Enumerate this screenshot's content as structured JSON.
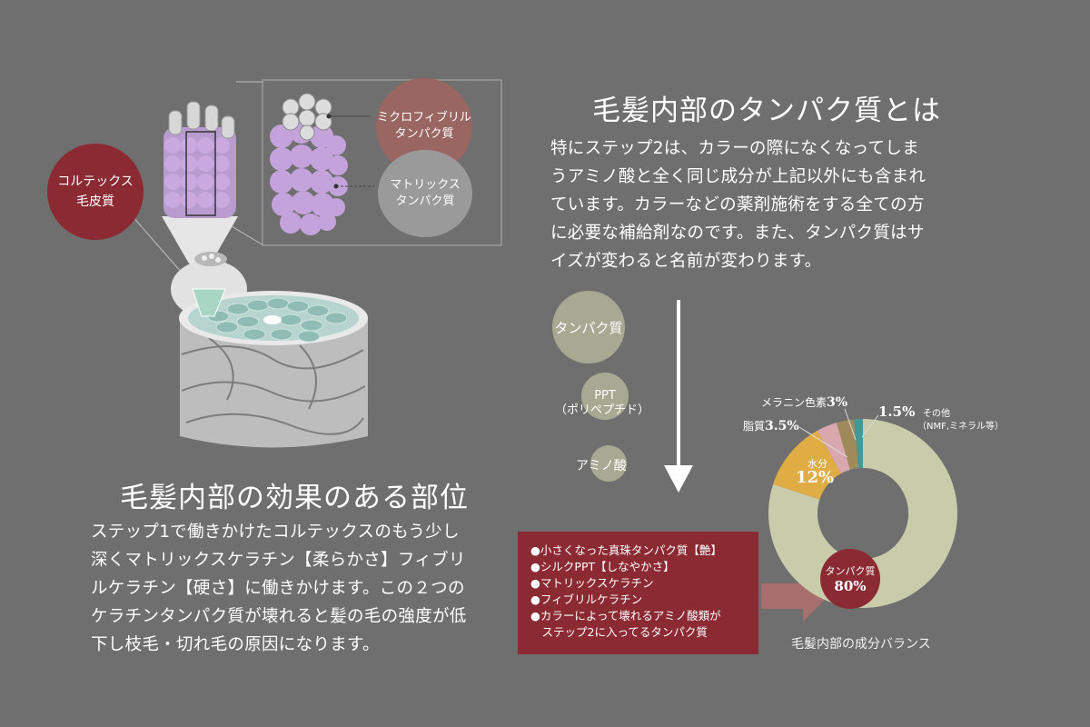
{
  "right_section": {
    "title": "毛髪内部のタンパク質とは",
    "lines": [
      "特にステップ2は、カラーの際になくなってしま",
      "うアミノ酸と全く同じ成分が上記以外にも含まれ",
      "ています。カラーなどの薬剤施術をする全ての方",
      "に必要な補給剤なのです。また、タンパク質はサ",
      "イズが変わると名前が変わります。"
    ]
  },
  "left_section": {
    "title": "毛髪内部の効果のある部位",
    "lines": [
      "ステップ1で働きかけたコルテックスのもう少し",
      "深くマトリックスケラチン【柔らかさ】フィブリ",
      "ルケラチン【硬さ】に働きかけます。この２つの",
      "ケラチンタンパク質が壊れると髪の毛の強度が低",
      "下し枝毛・切れ毛の原因になります。"
    ]
  },
  "diagram": {
    "cortex": {
      "line1": "コルテックス",
      "line2": "毛皮質"
    },
    "microfibril": {
      "line1": "ミクロフィブリル",
      "line2": "タンパク質"
    },
    "matrix": {
      "line1": "マトリックス",
      "line2": "タンパク質"
    }
  },
  "chain": {
    "protein": "タンパク質",
    "ppt_line1": "PPT",
    "ppt_line2": "（ポリペプチド）",
    "amino": "アミノ酸"
  },
  "list": {
    "items": [
      "●小さくなった真珠タンパク質【艶】",
      "●シルクPPT【しなやかさ】",
      "●マトリックスケラチン",
      "●フィブリルケラチン",
      "●カラーによって壊れるアミノ酸類が",
      "　ステップ2に入ってるタンパク質"
    ]
  },
  "chart_data": {
    "type": "pie",
    "donut": true,
    "title": "",
    "caption": "毛髪内部の成分バランス",
    "slices": [
      {
        "label": "タンパク質",
        "value_label": "80%",
        "value": 80,
        "color": "#c8ccab"
      },
      {
        "label": "水分",
        "value_label": "12%",
        "value": 12,
        "color": "#dfad44"
      },
      {
        "label": "脂質",
        "value_label": "3.5%",
        "value": 3.5,
        "color": "#d9a8ae"
      },
      {
        "label": "メラニン色素",
        "value_label": "3%",
        "value": 3,
        "color": "#9e8a5a"
      },
      {
        "label": "その他",
        "sublabel": "（NMF,ミネラル等）",
        "value_label": "1.5%",
        "value": 1.5,
        "color": "#3f9a98"
      }
    ]
  }
}
